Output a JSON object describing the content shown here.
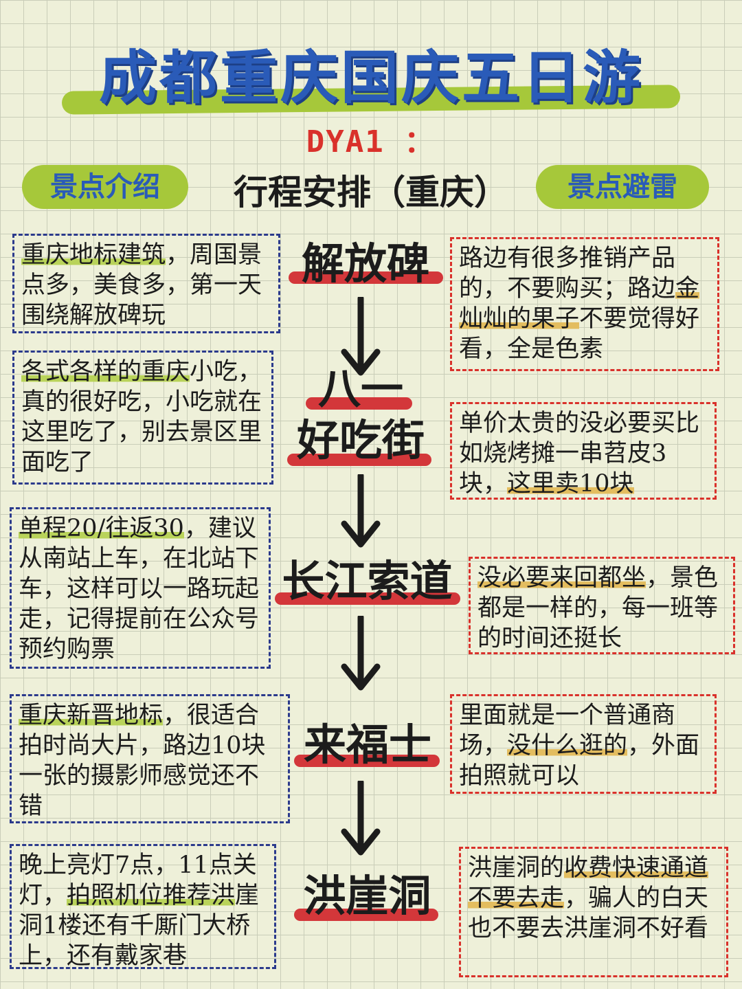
{
  "header": {
    "title": "成都重庆国庆五日游",
    "day": "DYA1 ：",
    "left_tag": "景点介绍",
    "subtitle": "行程安排（重庆）",
    "right_tag": "景点避雷"
  },
  "spots": [
    {
      "name": "解放碑",
      "intro": {
        "hl": "重庆地标建筑",
        "rest": "，周国景点多，美食多，第一天围绕解放碑玩"
      },
      "warn": {
        "pre": "路边有很多推销产品的，不要购买；路边",
        "hl": "金灿灿的果子",
        "post": "不要觉得好看，全是色素"
      }
    },
    {
      "name_line1": "八一",
      "name_line2": "好吃街",
      "intro": {
        "hl": "各式各样的重庆",
        "rest": "小吃，真的很好吃，小吃就在这里吃了，别去景区里面吃了"
      },
      "warn": {
        "pre": "单价太贵的没必要买比如烧烤摊一串苕皮3块，",
        "hl": "这里卖10块",
        "post": ""
      }
    },
    {
      "name": "长江索道",
      "intro": {
        "hl": "单程20/往返30",
        "rest": "，建议从南站上车，在北站下车，这样可以一路玩起走，记得提前在公众号预约购票"
      },
      "warn": {
        "pre": "",
        "hl": "没必要来回都坐",
        "post": "，景色都是一样的，每一班等的时间还挺长"
      }
    },
    {
      "name": "来福士",
      "intro": {
        "hl": "重庆新晋地标",
        "rest": "，很适合拍时尚大片，路边10块一张的摄影师感觉还不错"
      },
      "warn": {
        "pre": "里面就是一个普通商场，",
        "hl": "没什么逛的",
        "post": "，外面拍照就可以"
      }
    },
    {
      "name": "洪崖洞",
      "intro": {
        "pre": "晚上亮灯7点，11点关灯，",
        "hl": "拍照机位推荐洪",
        "rest": "崖洞1楼还有千厮门大桥上，还有戴家巷"
      },
      "warn": {
        "pre": "洪崖洞的",
        "hl": "收费快速通道不要去走",
        "post": "，骗人的白天也不要去洪崖洞不好看"
      }
    }
  ]
}
